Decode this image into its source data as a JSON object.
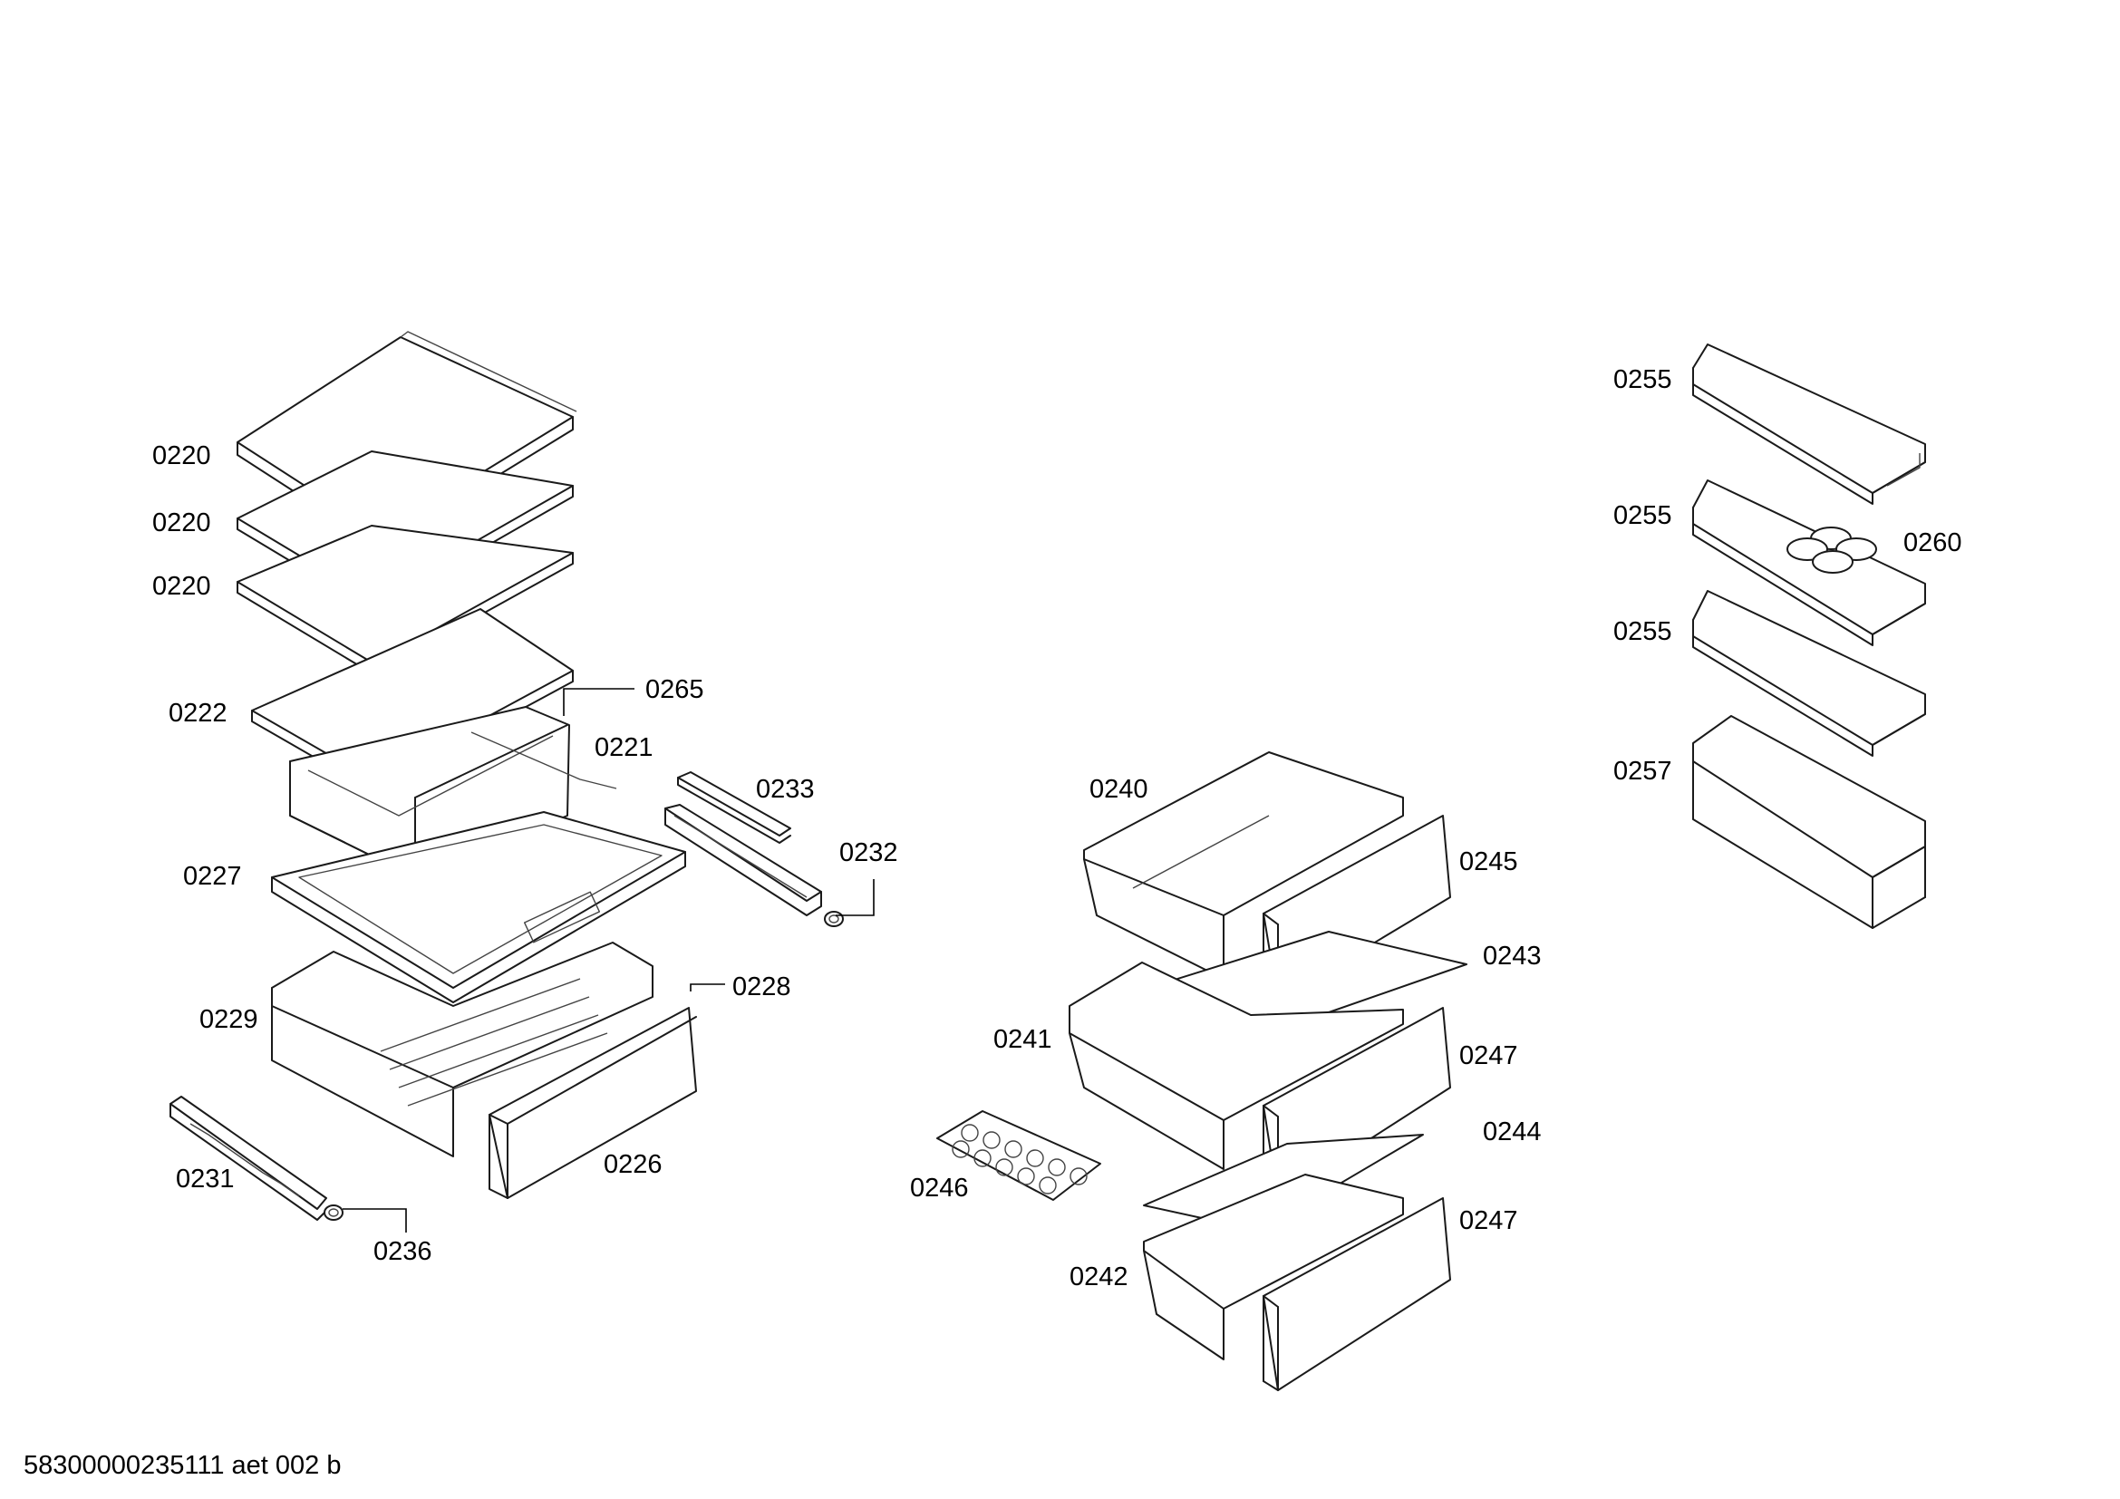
{
  "labels": {
    "l0220a": "0220",
    "l0220b": "0220",
    "l0220c": "0220",
    "l0222": "0222",
    "l0265": "0265",
    "l0221": "0221",
    "l0233": "0233",
    "l0232": "0232",
    "l0227": "0227",
    "l0228": "0228",
    "l0229": "0229",
    "l0231": "0231",
    "l0226": "0226",
    "l0236": "0236",
    "l0240": "0240",
    "l0245": "0245",
    "l0243": "0243",
    "l0241": "0241",
    "l0247a": "0247",
    "l0244": "0244",
    "l0246": "0246",
    "l0247b": "0247",
    "l0242": "0242",
    "l0255a": "0255",
    "l0255b": "0255",
    "l0260": "0260",
    "l0255c": "0255",
    "l0257": "0257"
  },
  "footer": {
    "code": "58300000235111 aet 002 b"
  }
}
